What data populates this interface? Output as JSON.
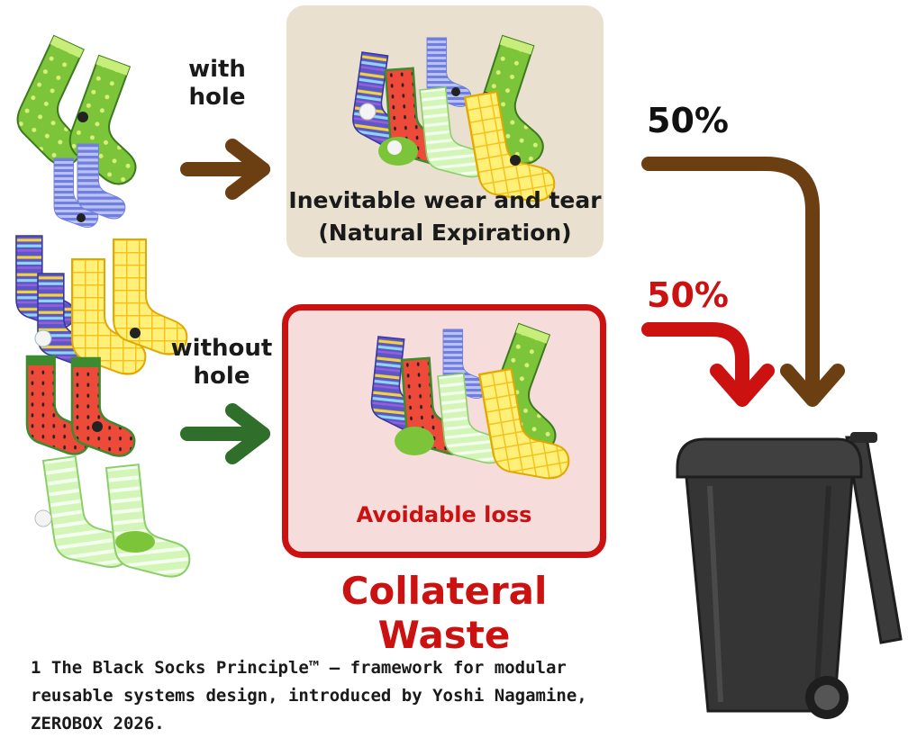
{
  "labels": {
    "with_hole": "with\nhole",
    "without_hole": "without\nhole",
    "inevitable_title": "Inevitable wear and tear",
    "inevitable_subtitle": "(Natural Expiration)",
    "avoidable_loss": "Avoidable loss",
    "collateral_waste": "Collateral Waste",
    "pct_top": "50%",
    "pct_bottom": "50%"
  },
  "footnote": {
    "line1": "1 The Black Socks Principle™ — framework for modular",
    "line2": "reusable systems design, introduced by Yoshi Nagamine,",
    "line3": "ZEROBOX 2026."
  },
  "colors": {
    "brown_arrow": "#6b3f12",
    "green_arrow": "#2f6e2b",
    "red_arrow": "#cc1111",
    "top_box": "#e9e0cf",
    "bottom_box": "#f7dcdc",
    "bin": "#3a3a3a"
  }
}
